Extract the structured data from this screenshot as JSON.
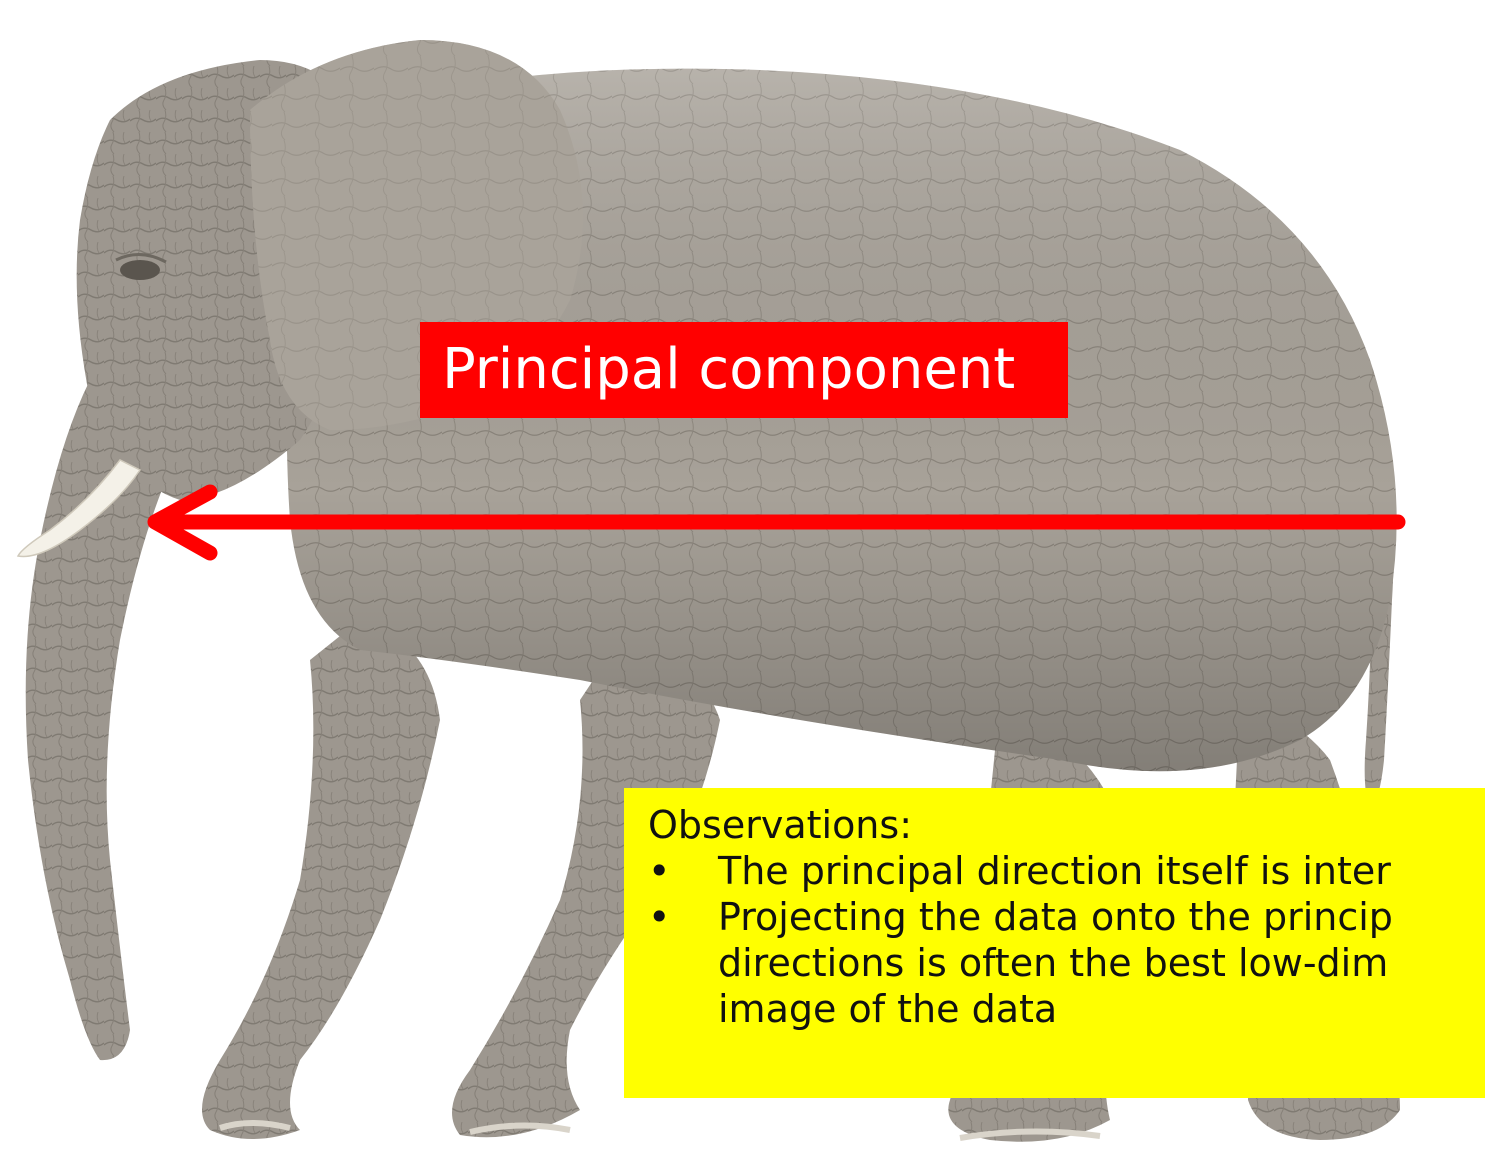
{
  "label": {
    "principal_component": "Principal component"
  },
  "observations": {
    "heading": "Observations:",
    "bullet_char": "•",
    "items": [
      {
        "lines": [
          "The principal direction itself is inter"
        ]
      },
      {
        "lines": [
          "Projecting the data onto the princip",
          "directions is often the best low-dim",
          "image of the data"
        ]
      }
    ]
  },
  "colors": {
    "label_bg": "#ff0000",
    "label_text": "#ffffff",
    "arrow": "#ff0000",
    "box_bg": "#ffff00",
    "elephant_skin": "#9a948c"
  },
  "icons": {
    "arrow": "left-arrow-icon"
  }
}
